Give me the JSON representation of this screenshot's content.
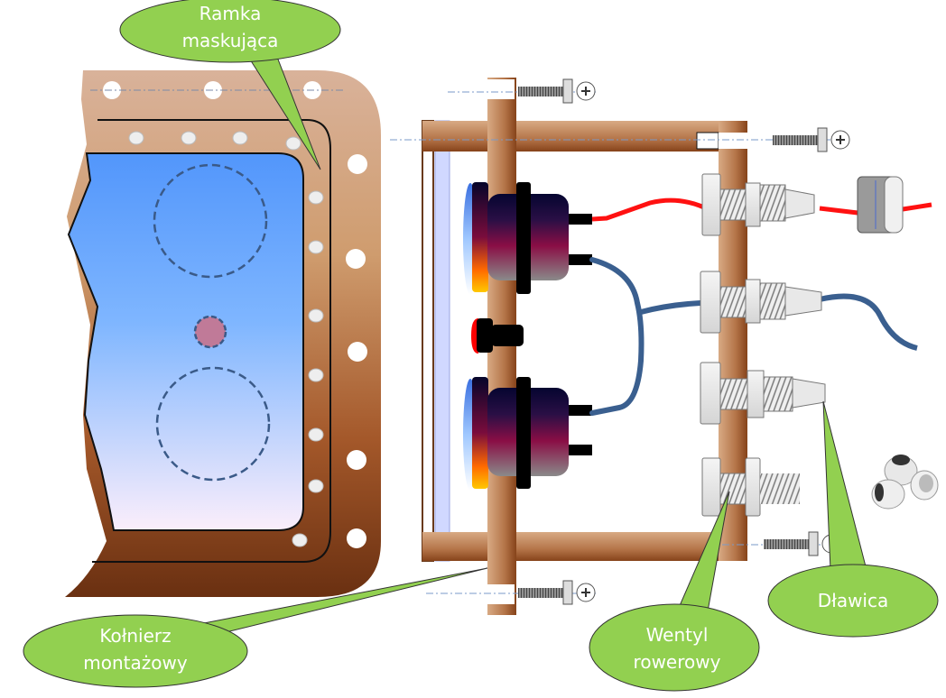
{
  "colors": {
    "callout_fill": "#92d050",
    "flange_light": "#d7aa88",
    "flange_dark": "#6f3414",
    "pipe_light": "#d4a37c",
    "pipe_dark": "#8b4a20",
    "glass_top": "#5599ff",
    "glass_bottom": "#fbeefb",
    "wire_red": "#ff1111",
    "wire_blue": "#3a5f8f",
    "indicator_hole": "#c07a98"
  },
  "callouts": [
    {
      "id": "masking-frame",
      "lines": [
        "Ramka",
        "maskująca"
      ]
    },
    {
      "id": "mounting-flange",
      "lines": [
        "Kołnierz",
        "montażowy"
      ]
    },
    {
      "id": "bike-valve",
      "lines": [
        "Wentyl",
        "rowerowy"
      ]
    },
    {
      "id": "cable-gland",
      "lines": [
        "Dławica"
      ]
    }
  ],
  "components": {
    "gauges": [
      "gauge-upper",
      "gauge-lower"
    ],
    "indicator_light": "indicator-led",
    "glands": [
      "gland-red-wire",
      "gland-blue-wire",
      "gland-plain"
    ],
    "valve": "bicycle-valve",
    "screws": [
      "screw-top-left",
      "screw-top-right",
      "screw-bottom-right",
      "screw-bottom-left"
    ]
  }
}
